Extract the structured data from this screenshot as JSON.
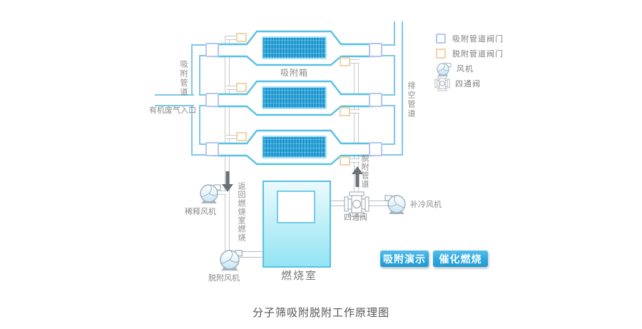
{
  "caption": "分子筛吸附脱附工作原理图",
  "labels": {
    "adsorption_pipe": "吸附管道",
    "gas_inlet": "有机废气入口",
    "adsorption_box": "吸附箱",
    "exhaust_pipe": "排空管道",
    "desorption_pipe": "脱附管道",
    "return_to_combustion": "返回燃烧室燃烧",
    "dilution_fan": "稀释风机",
    "desorption_fan": "脱附风机",
    "combustion_chamber": "燃烧室",
    "four_way_valve": "四通阀",
    "cooling_fan": "补冷风机"
  },
  "legend": {
    "items": [
      {
        "label": "吸附管道阀门",
        "type": "adsorption-pipe-valve"
      },
      {
        "label": "脱附管道阀门",
        "type": "desorption-pipe-valve"
      },
      {
        "label": "风机",
        "type": "fan"
      },
      {
        "label": "四通阀",
        "type": "four-way-valve"
      }
    ]
  },
  "buttons": {
    "adsorption_demo": "吸附演示",
    "catalytic_combustion": "催化燃烧"
  },
  "colors": {
    "adsorption_pipe_blue": "#7cc7e6",
    "box_outline_blue": "#57c0e4",
    "sieve_fill_blue": "#2fa9dd",
    "adsorption_valve_border": "#b7c5ee",
    "desorption_valve_border": "#f0d3a9",
    "thin_desorption_line": "#c8c8c8",
    "button_gradient_top": "#55bdeb",
    "button_gradient_bottom": "#1e9ad2",
    "label_gray": "#8b8b8b"
  }
}
